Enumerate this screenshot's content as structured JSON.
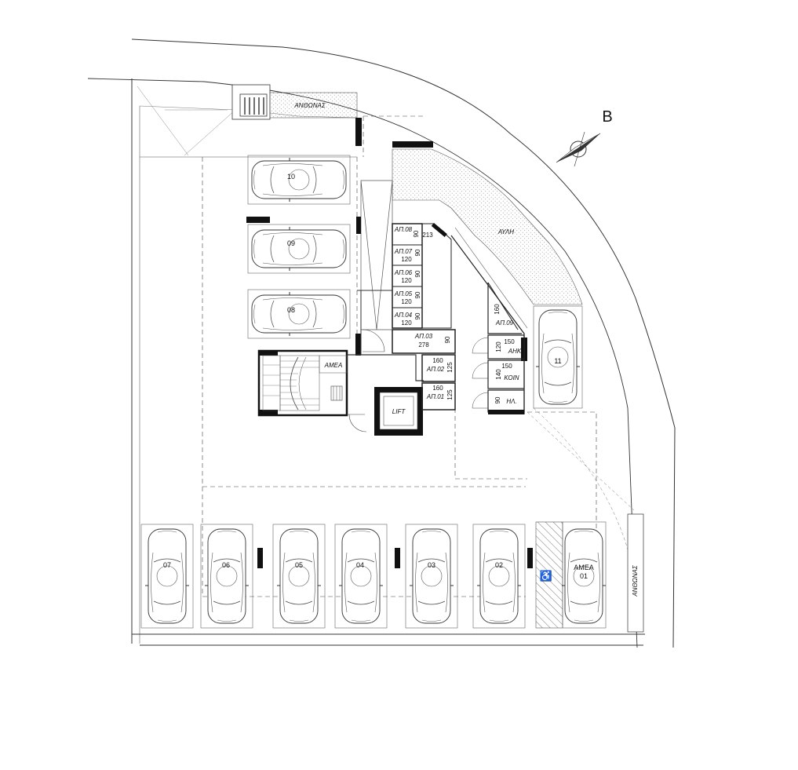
{
  "north_label": "B",
  "street_labels": {
    "top": "ΑΝΘΩΝΑΣ",
    "right": "ΑΝΘΩΝΑΣ"
  },
  "courtyard_label": "ΑΥΛΗ",
  "lift_label": "LIFT",
  "stair_accessible_label": "ΑΜΕΑ",
  "accessible_spot_label": "ΑΜΕΑ",
  "parking_top": [
    "10",
    "09",
    "08"
  ],
  "parking_side": "11",
  "parking_bottom": [
    "07",
    "06",
    "05",
    "04",
    "03",
    "02"
  ],
  "accessible_spot_number": "01",
  "storage": [
    {
      "name": "ΑΠ.08",
      "w": "213",
      "d": "90"
    },
    {
      "name": "ΑΠ.07",
      "w": "120",
      "d": "90"
    },
    {
      "name": "ΑΠ.06",
      "w": "120",
      "d": "90"
    },
    {
      "name": "ΑΠ.05",
      "w": "120",
      "d": "90"
    },
    {
      "name": "ΑΠ.04",
      "w": "120",
      "d": "90"
    },
    {
      "name": "ΑΠ.03",
      "w": "278",
      "d": "90"
    },
    {
      "name": "ΑΠ.02",
      "w": "160",
      "d": "125"
    },
    {
      "name": "ΑΠ.01",
      "w": "160",
      "d": "125"
    }
  ],
  "right_rooms": [
    {
      "name": "ΑΠ.09",
      "dim": "160"
    },
    {
      "name": "ΑΗΚ",
      "w": "150",
      "d": "120"
    },
    {
      "name": "ΚΟΙΝ",
      "w": "150",
      "d": "140"
    },
    {
      "name": "ΗΛ.",
      "d": "90"
    }
  ]
}
